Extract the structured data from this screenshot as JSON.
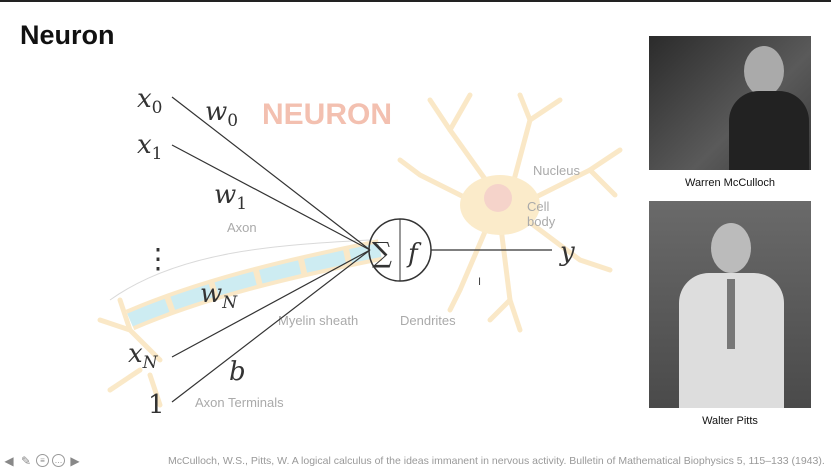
{
  "slide": {
    "title": "Neuron"
  },
  "diagram": {
    "watermark": "NEURON",
    "inputs": [
      "x0",
      "x1",
      "xN",
      "1"
    ],
    "input_labels": {
      "x0": {
        "base": "x",
        "sub": "0"
      },
      "x1": {
        "base": "x",
        "sub": "1"
      },
      "xN": {
        "base": "x",
        "sub": "N"
      },
      "one": "1"
    },
    "weights": {
      "w0": {
        "base": "w",
        "sub": "0"
      },
      "w1": {
        "base": "w",
        "sub": "1"
      },
      "wN": {
        "base": "w",
        "sub": "N"
      },
      "b": "b"
    },
    "dots": "⋮",
    "sum_symbol": "∑",
    "activation": "f",
    "output": "y",
    "bio_labels": {
      "axon": "Axon",
      "nucleus": "Nucleus",
      "cell_body_1": "Cell",
      "cell_body_2": "body",
      "myelin": "Myelin sheath",
      "dendrites": "Dendrites",
      "terminals": "Axon Terminals"
    }
  },
  "photos": [
    {
      "caption": "Warren McCulloch"
    },
    {
      "caption": "Walter Pitts"
    }
  ],
  "footer": {
    "citation": "McCulloch, W.S., Pitts, W. A logical calculus of the ideas immanent in nervous activity. Bulletin of Mathematical Biophysics 5, 115–133 (1943)."
  },
  "nav": {
    "icons": [
      "arrow-left-icon",
      "pen-icon",
      "menu-icon",
      "more-icon",
      "arrow-right-icon"
    ]
  }
}
